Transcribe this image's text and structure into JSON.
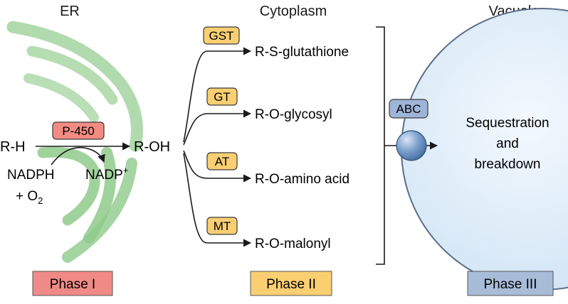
{
  "headers": {
    "er": "ER",
    "cytoplasm": "Cytoplasm",
    "vacuole": "Vacuole"
  },
  "phase1": {
    "substrate": "R-H",
    "enzyme": "P-450",
    "product": "R-OH",
    "cofactor_in": "NADPH",
    "oxygen": "+ O",
    "oxygen_sub": "2",
    "cofactor_out": "NADP",
    "cofactor_out_sup": "+"
  },
  "phase2": {
    "reactions": [
      {
        "enzyme": "GST",
        "product": "R-S-glutathione"
      },
      {
        "enzyme": "GT",
        "product": "R-O-glycosyl"
      },
      {
        "enzyme": "AT",
        "product": "R-O-amino acid"
      },
      {
        "enzyme": "MT",
        "product": "R-O-malonyl"
      }
    ]
  },
  "phase3": {
    "transporter": "ABC",
    "process_line1": "Sequestration",
    "process_line2": "and",
    "process_line3": "breakdown"
  },
  "phase_labels": [
    "Phase I",
    "Phase II",
    "Phase III"
  ],
  "colors": {
    "er_green": "#9dd19a",
    "er_green_dark": "#7cbf7b",
    "p450_fill": "#f28b82",
    "enzyme_fill": "#f9cf72",
    "phase1_fill": "#f08a86",
    "phase2_fill": "#f9cf72",
    "phase3_fill": "#a8bcd8",
    "vacuole_fill": "#dcecf8",
    "vacuole_stroke": "#5b6f88",
    "abc_fill": "#9fb5d8",
    "transporter_ball": "#5d86b8"
  }
}
